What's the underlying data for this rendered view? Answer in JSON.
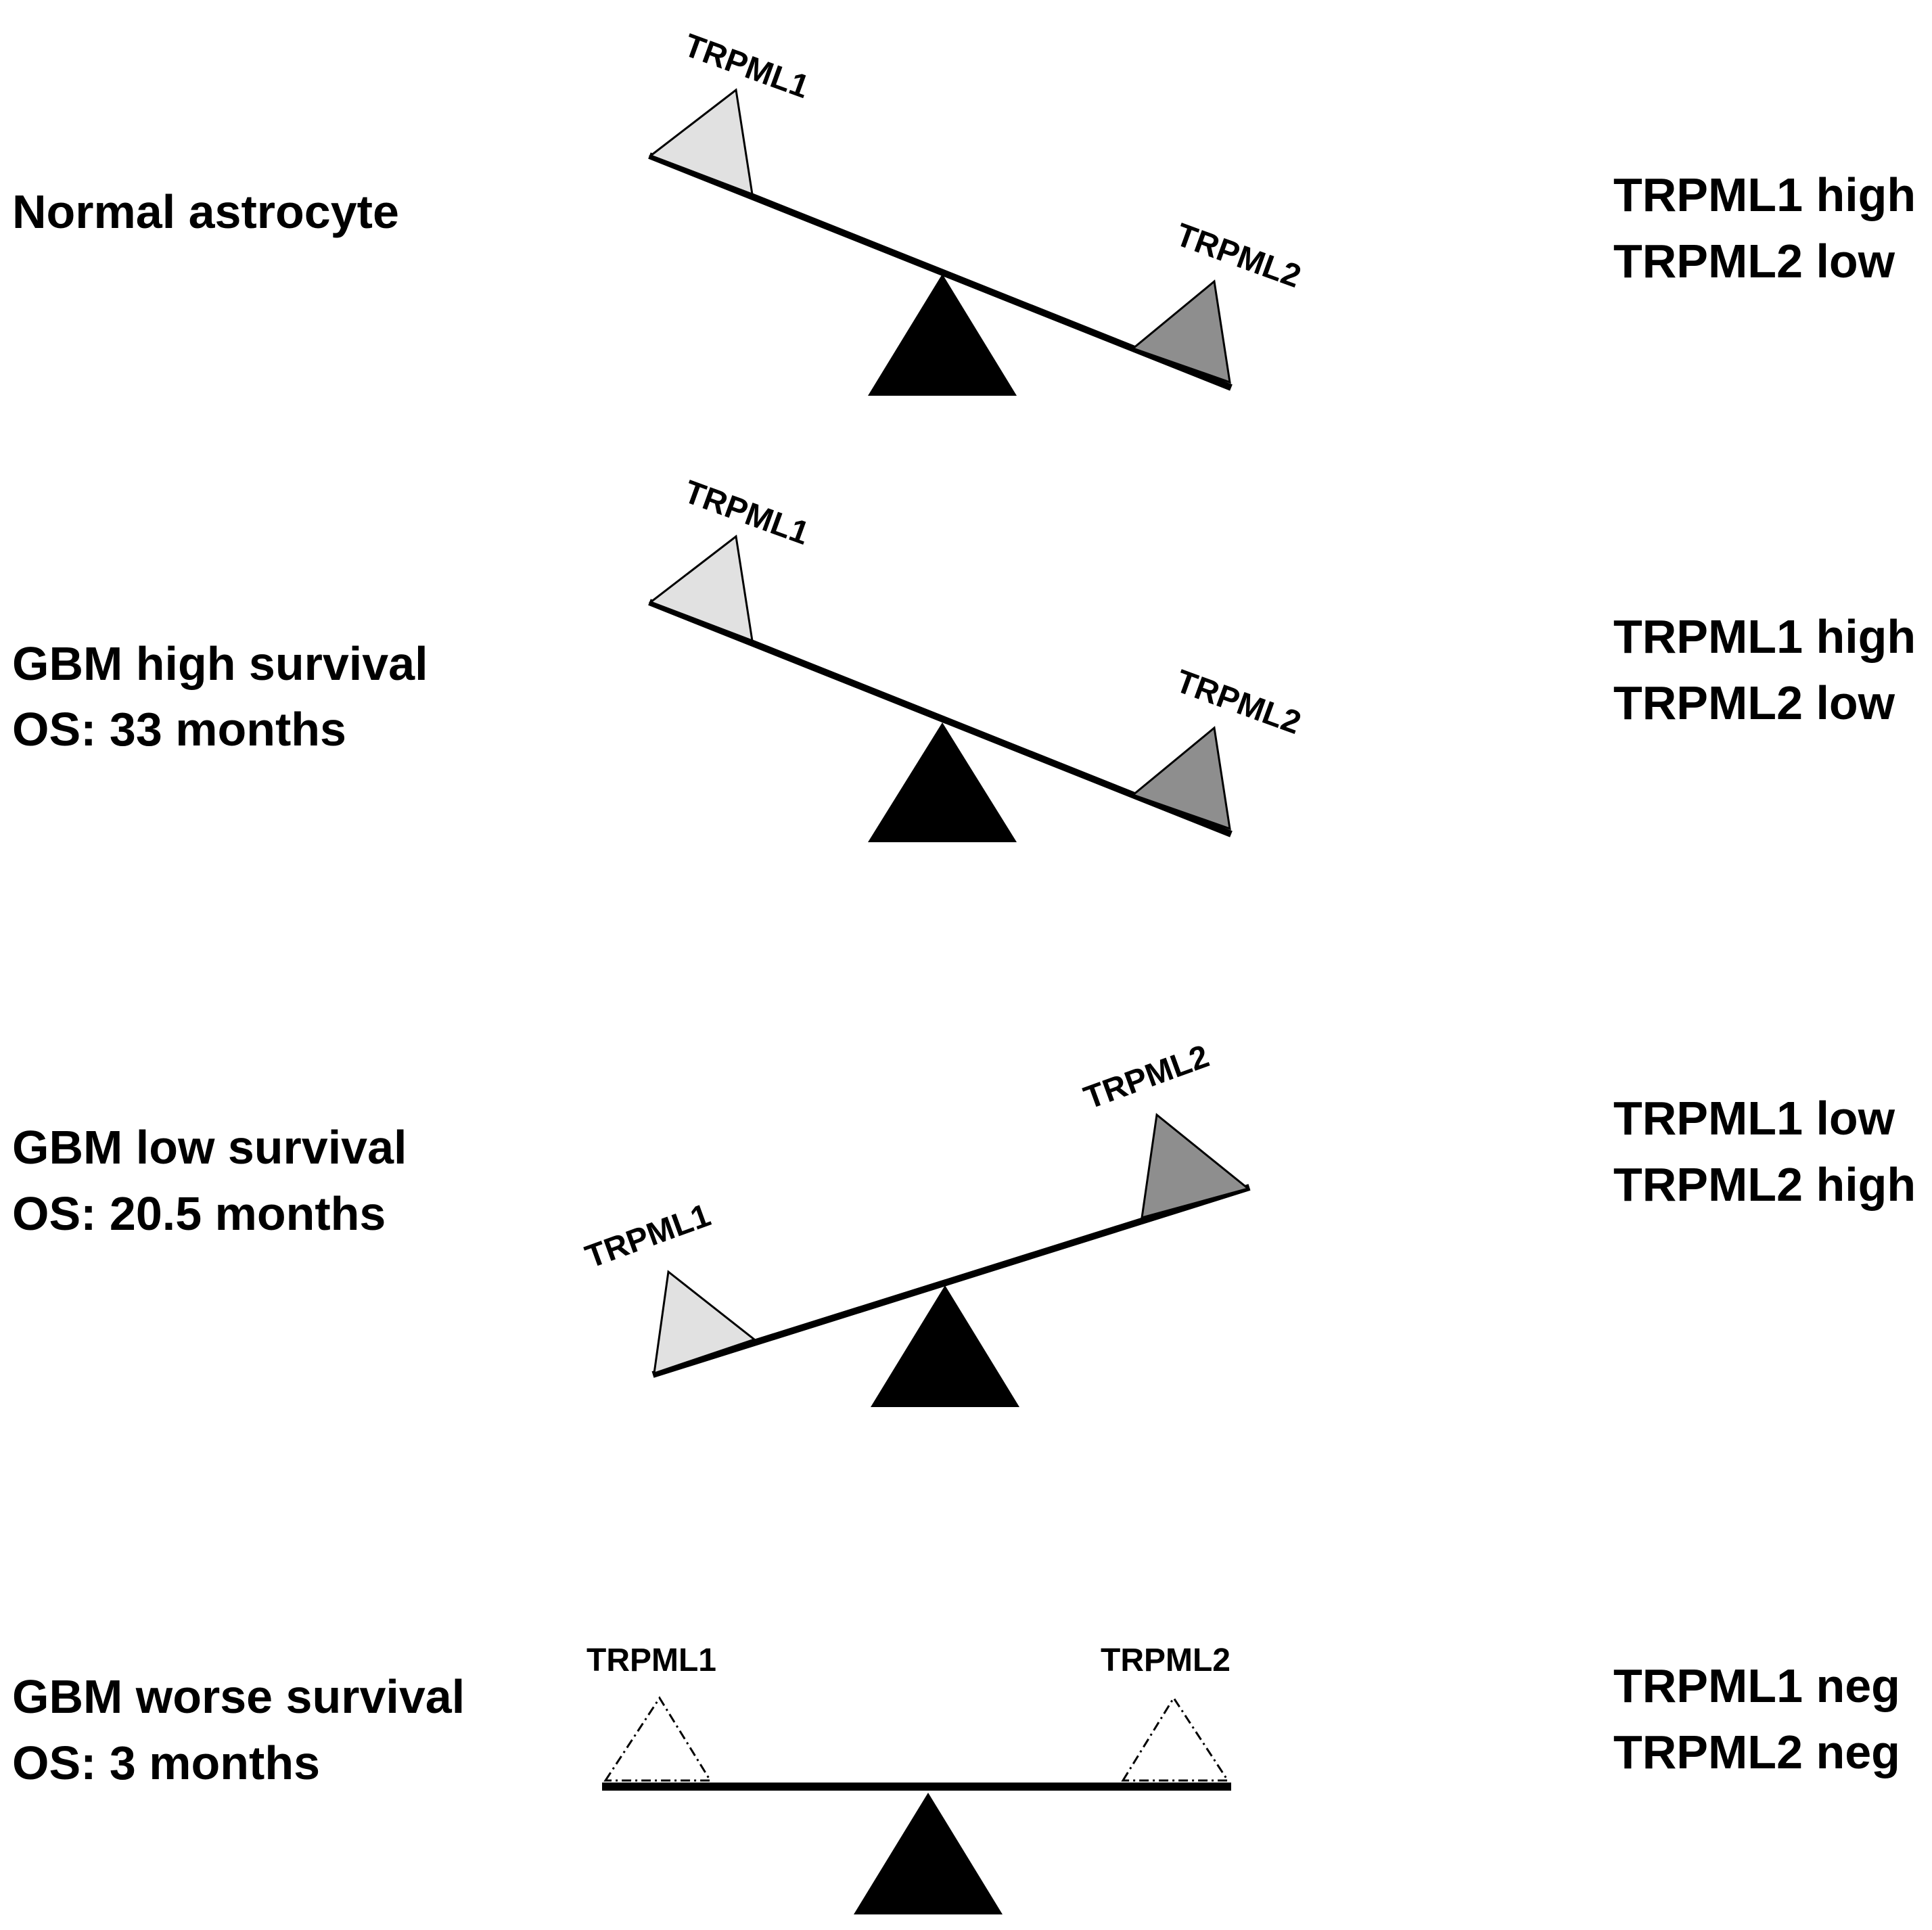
{
  "colors": {
    "trpml1_fill": "#e1e1e1",
    "trpml2_fill": "#8e8e8e",
    "fulcrum": "#000000",
    "beam": "#000000",
    "negative_fill": "#ffffff"
  },
  "rows": [
    {
      "condition": "Normal astrocyte",
      "survival": "",
      "left_weight": "TRPML1",
      "right_weight": "TRPML2",
      "expression_1": "TRPML1 high",
      "expression_2": "TRPML2 low",
      "tilt": "left-up"
    },
    {
      "condition": "GBM high survival",
      "survival": "OS: 33 months",
      "left_weight": "TRPML1",
      "right_weight": "TRPML2",
      "expression_1": "TRPML1 high",
      "expression_2": "TRPML2 low",
      "tilt": "left-up"
    },
    {
      "condition": "GBM low survival",
      "survival": "OS: 20.5 months",
      "left_weight": "TRPML1",
      "right_weight": "TRPML2",
      "expression_1": "TRPML1 low",
      "expression_2": "TRPML2 high",
      "tilt": "right-up"
    },
    {
      "condition": "GBM worse survival",
      "survival": "OS: 3 months",
      "left_weight": "TRPML1",
      "right_weight": "TRPML2",
      "expression_1": "TRPML1 neg",
      "expression_2": "TRPML2 neg",
      "tilt": "level"
    }
  ]
}
